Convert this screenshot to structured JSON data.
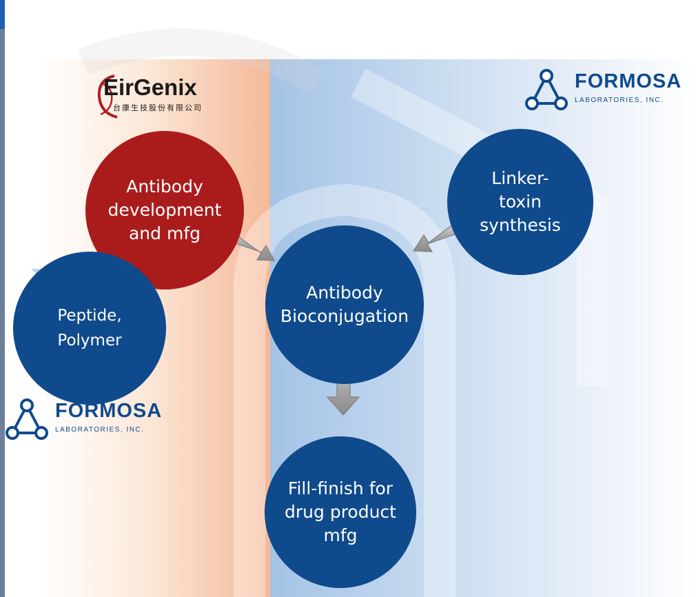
{
  "nodes": {
    "antibody_dev": "Antibody\ndevelopment\nand mfg",
    "linker_toxin": "Linker-\ntoxin\nsynthesis",
    "bioconjugation": "Antibody\nBioconjugation",
    "peptide_polymer": "Peptide,\nPolymer",
    "fill_finish": "Fill-finish for\ndrug product\nmfg"
  },
  "logos": {
    "eirgenix_name": "EirGenix",
    "eirgenix_chinese": "台康生技股份有限公司",
    "formosa_name": "FORMOSA",
    "formosa_sub": "LABORATORIES, INC."
  },
  "colors": {
    "node_blue": "#0f4a8c",
    "node_red": "#aa1c1c",
    "arrow_grey": "#9a9a9a",
    "panel_orange": "#f4b898",
    "panel_blue": "#a4c3e6"
  },
  "icons": {
    "eirgenix_mark": "ribbon-E-logo-icon",
    "formosa_mark": "triangle-molecule-logo-icon",
    "pointer": "triangle-pointer-icon"
  }
}
